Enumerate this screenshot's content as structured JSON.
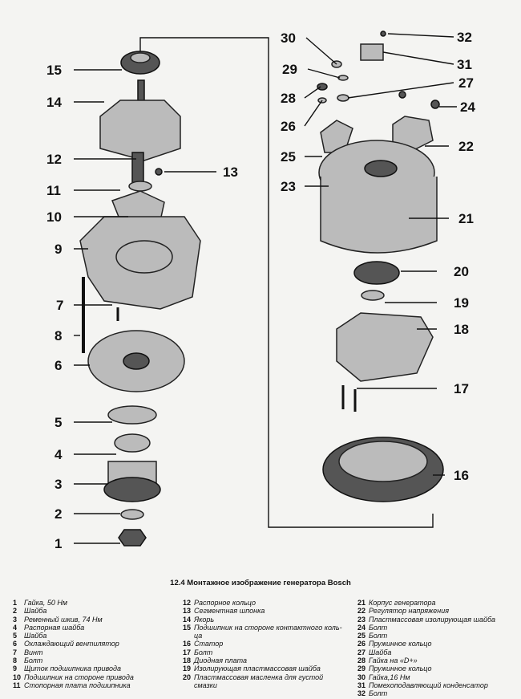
{
  "caption": "12.4 Монтажное изображение генератора Bosch",
  "callouts": [
    "1",
    "2",
    "3",
    "4",
    "5",
    "6",
    "7",
    "8",
    "9",
    "10",
    "11",
    "12",
    "13",
    "14",
    "15",
    "16",
    "17",
    "18",
    "19",
    "20",
    "21",
    "22",
    "23",
    "24",
    "25",
    "26",
    "27",
    "28",
    "29",
    "30",
    "31",
    "32"
  ],
  "legend": [
    [
      {
        "n": "1",
        "t": "Гайка, 50 Нм"
      },
      {
        "n": "2",
        "t": "Шайба"
      },
      {
        "n": "3",
        "t": "Ременный шкив, 74 Нм"
      },
      {
        "n": "4",
        "t": "Распорная шайба"
      },
      {
        "n": "5",
        "t": "Шайба"
      },
      {
        "n": "6",
        "t": "Охлаждающий вентилятор"
      },
      {
        "n": "7",
        "t": "Винт"
      },
      {
        "n": "8",
        "t": "Болт"
      },
      {
        "n": "9",
        "t": "Щиток подшипника привода"
      },
      {
        "n": "10",
        "t": "Подшипник на стороне привода"
      },
      {
        "n": "11",
        "t": "Стопорная плата подшипника"
      }
    ],
    [
      {
        "n": "12",
        "t": "Распорное кольцо"
      },
      {
        "n": "13",
        "t": "Сегментная шпонка"
      },
      {
        "n": "14",
        "t": "Якорь"
      },
      {
        "n": "15",
        "t": "Подшипник на стороне контактного коль-"
      },
      {
        "n": "",
        "t": "ца"
      },
      {
        "n": "16",
        "t": "Статор"
      },
      {
        "n": "17",
        "t": "Болт"
      },
      {
        "n": "18",
        "t": "Диодная плата"
      },
      {
        "n": "19",
        "t": "Изолирующая пластмассовая шайба"
      },
      {
        "n": "20",
        "t": "Пластмассовая масленка для густой"
      },
      {
        "n": "",
        "t": "смазки"
      }
    ],
    [
      {
        "n": "21",
        "t": "Корпус генератора"
      },
      {
        "n": "22",
        "t": "Регулятор напряжения"
      },
      {
        "n": "23",
        "t": "Пластмассовая изолирующая шайба"
      },
      {
        "n": "24",
        "t": "Болт"
      },
      {
        "n": "25",
        "t": "Болт"
      },
      {
        "n": "26",
        "t": "Пружинное кольцо"
      },
      {
        "n": "27",
        "t": "Шайба"
      },
      {
        "n": "28",
        "t": "Гайка на «D+»"
      },
      {
        "n": "29",
        "t": "Пружинное кольцо"
      },
      {
        "n": "30",
        "t": "Гайка,16 Нм"
      },
      {
        "n": "31",
        "t": "Помехоподавляющий конденсатор"
      },
      {
        "n": "32",
        "t": "Болт"
      }
    ]
  ]
}
